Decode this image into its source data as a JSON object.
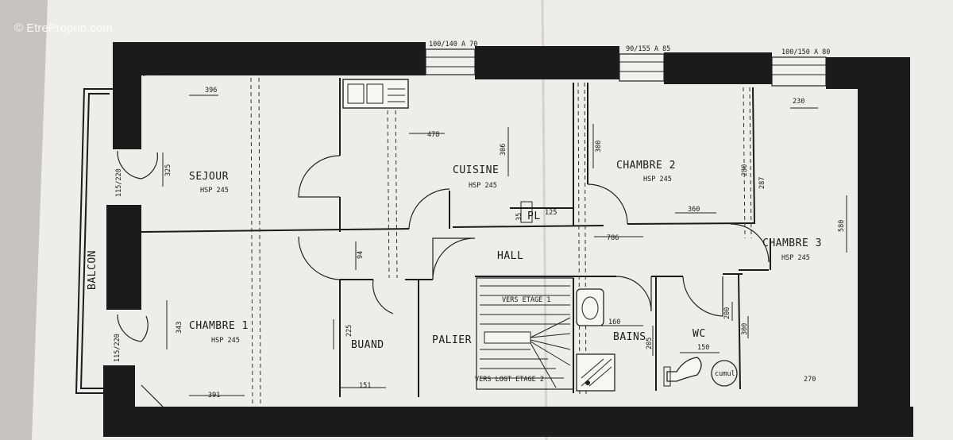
{
  "watermark": "© EtreProprio.com",
  "balcony_label": "BALCON",
  "rooms": [
    {
      "name": "SEJOUR",
      "hsp": "HSP 245"
    },
    {
      "name": "CUISINE",
      "hsp": "HSP 245"
    },
    {
      "name": "CHAMBRE 2",
      "hsp": "HSP 245"
    },
    {
      "name": "CHAMBRE 3",
      "hsp": "HSP 245"
    },
    {
      "name": "CHAMBRE 1",
      "hsp": "HSP 245"
    },
    {
      "name": "HALL"
    },
    {
      "name": "BUAND"
    },
    {
      "name": "PALIER"
    },
    {
      "name": "BAINS"
    },
    {
      "name": "WC"
    },
    {
      "name": "PL"
    }
  ],
  "windows": [
    "100/140 A 70",
    "90/155 A 85",
    "100/150 A 80"
  ],
  "balcony_doors": [
    "115/220",
    "115/220"
  ],
  "stairs": {
    "up": "VERS ETAGE 1",
    "down": "VERS LOGT ETAGE 2"
  },
  "cumulus": "cumul",
  "dimensions": [
    "396",
    "325",
    "478",
    "306",
    "300",
    "230",
    "280",
    "287",
    "360",
    "580",
    "786",
    "125",
    "35",
    "94",
    "225",
    "151",
    "391",
    "343",
    "160",
    "205",
    "150",
    "200",
    "300",
    "270"
  ]
}
